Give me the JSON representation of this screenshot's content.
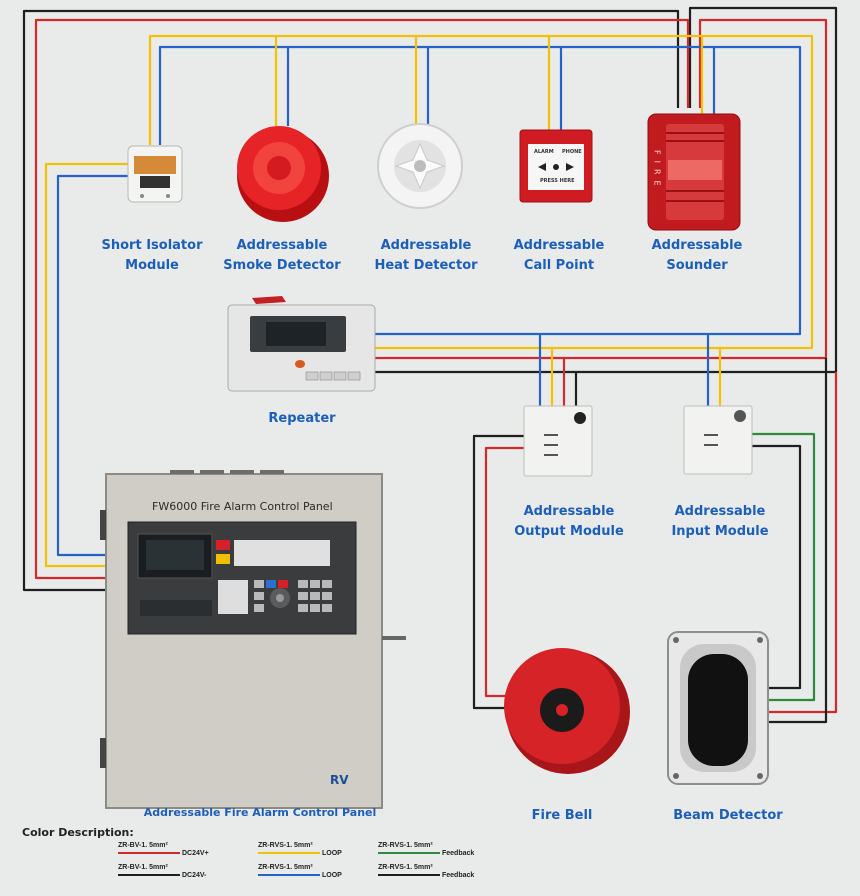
{
  "devices": {
    "isolator": [
      "Short Isolator",
      "Module"
    ],
    "smoke": [
      "Addressable",
      "Smoke Detector"
    ],
    "heat": [
      "Addressable",
      "Heat Detector"
    ],
    "callpoint": [
      "Addressable",
      "Call Point"
    ],
    "sounder": [
      "Addressable",
      "Sounder"
    ],
    "repeater": "Repeater",
    "output": [
      "Addressable",
      "Output Module"
    ],
    "input": [
      "Addressable",
      "Input Module"
    ],
    "panel": "Addressable Fire Alarm Control Panel",
    "bell": "Fire Bell",
    "beam": "Beam Detector"
  },
  "panel_title": "FW6000 Fire  Alarm Control Panel",
  "panel_brand": "RV",
  "callpoint_face": {
    "alarm": "ALARM",
    "phone": "PHONE",
    "press": "PRESS HERE"
  },
  "sounder_text": "FIRE",
  "legend": {
    "title": "Color Description:",
    "items": [
      {
        "name": "ZR-BV-1. 5mm²",
        "role": "DC24V+",
        "color": "#d22a2a"
      },
      {
        "name": "ZR-BV-1. 5mm²",
        "role": "DC24V-",
        "color": "#1f1f1f"
      },
      {
        "name": "ZR-RVS-1. 5mm²",
        "role": "LOOP",
        "color": "#f2c200"
      },
      {
        "name": "ZR-RVS-1. 5mm²",
        "role": "LOOP",
        "color": "#2563c4"
      },
      {
        "name": "ZR-RVS-1. 5mm²",
        "role": "Feedback",
        "color": "#2f8a3e"
      },
      {
        "name": "ZR-RVS-1. 5mm²",
        "role": "Feedback",
        "color": "#1f1f1f"
      }
    ]
  },
  "colors": {
    "red": "#d22a2a",
    "black": "#1f1f1f",
    "yellow": "#f2c200",
    "blue": "#2563c4",
    "green": "#2f8a3e",
    "label": "#1c5fb8"
  }
}
